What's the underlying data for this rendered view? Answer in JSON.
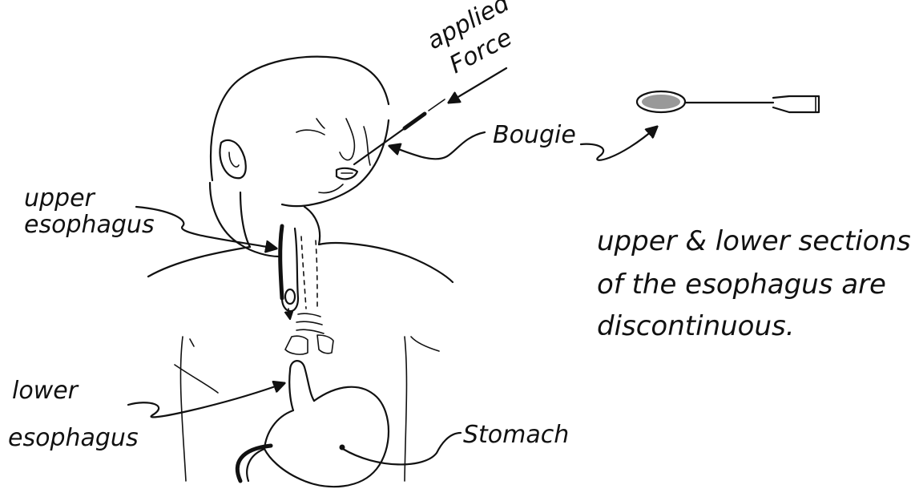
{
  "labels": {
    "applied_force": [
      "applied",
      "Force"
    ],
    "bougie": "Bougie",
    "upper_esophagus": [
      "upper",
      "esophagus"
    ],
    "lower_esophagus": [
      "lower",
      "esophagus"
    ],
    "stomach": "Stomach"
  },
  "note": {
    "lines": [
      "upper & lower sections",
      "of the esophagus are",
      "discontinuous."
    ]
  }
}
